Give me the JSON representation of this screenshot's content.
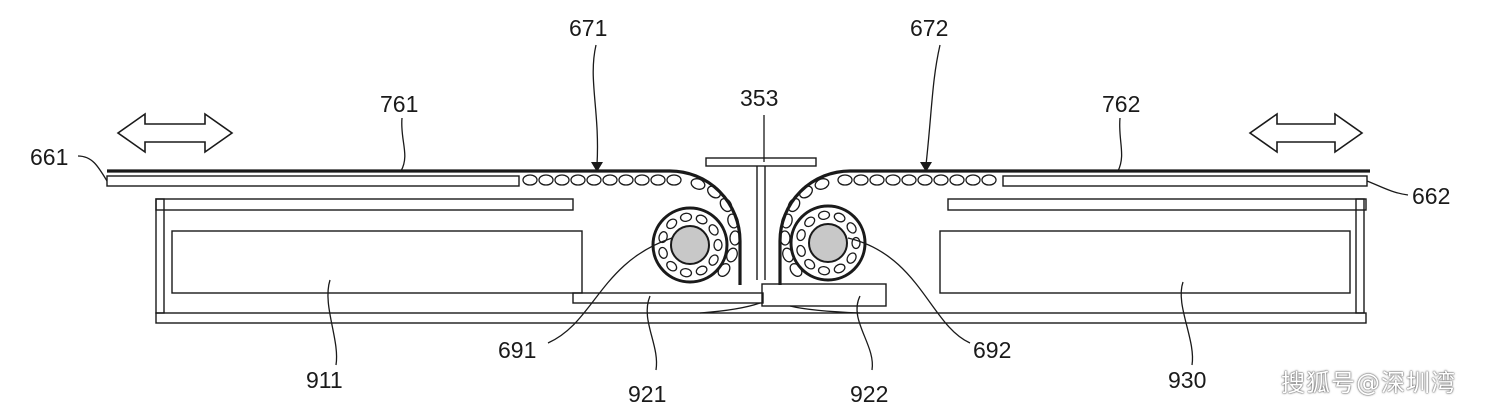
{
  "labels": {
    "l671": "671",
    "l672": "672",
    "l353": "353",
    "l761": "761",
    "l762": "762",
    "l661": "661",
    "l662": "662",
    "l691": "691",
    "l692": "692",
    "l911": "911",
    "l921": "921",
    "l922": "922",
    "l930": "930"
  },
  "watermark": "搜狐号@深圳湾",
  "colors": {
    "line": "#1a1a1a",
    "background": "#ffffff",
    "core_fill": "#c8c8c8"
  }
}
